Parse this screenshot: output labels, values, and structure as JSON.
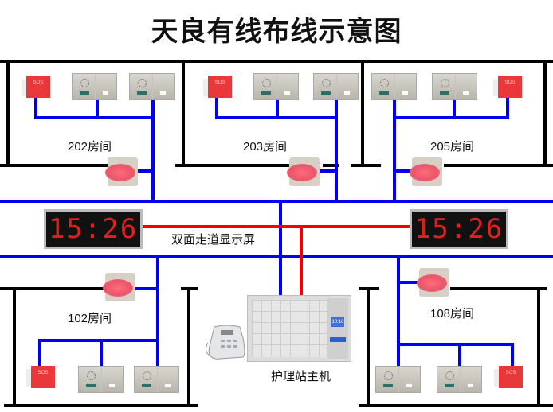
{
  "title": "天良有线布线示意图",
  "rooms": {
    "r202": "202房间",
    "r203": "203房间",
    "r205": "205房间",
    "r102": "102房间",
    "r108": "108房间"
  },
  "corridor_display_label": "双面走道显示屏",
  "clock_left": "15:26",
  "clock_right": "15:26",
  "nurse_station_label": "护理站主机",
  "sos_text": "SOS",
  "station_screen": "10:10",
  "colors": {
    "bus": "#0000ee",
    "signal": "#ee0000",
    "wall": "#000000"
  }
}
